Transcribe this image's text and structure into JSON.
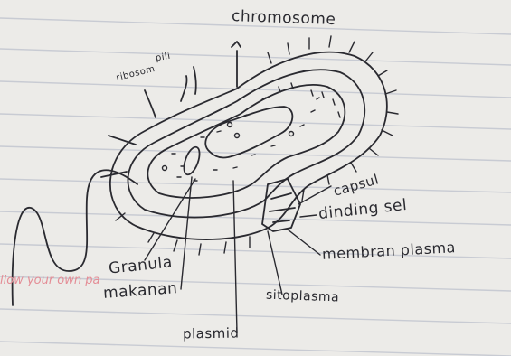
{
  "labels": {
    "chromosome": "chromosome",
    "ribosom": "ribosom",
    "pili": "pili",
    "kapsul": "capsul",
    "dinding_sel": "dinding sel",
    "membran_plasma": "membran plasma",
    "granula": "Granula",
    "makanan": "makanan",
    "sitoplasma": "sitoplasma",
    "plasmid": "plasmid"
  },
  "watermark": "llow your own pa",
  "colors": {
    "paper": "#ecebe8",
    "ruling": "#c8cbd3",
    "ink": "#2a2a30",
    "watermark": "#e48d96"
  }
}
